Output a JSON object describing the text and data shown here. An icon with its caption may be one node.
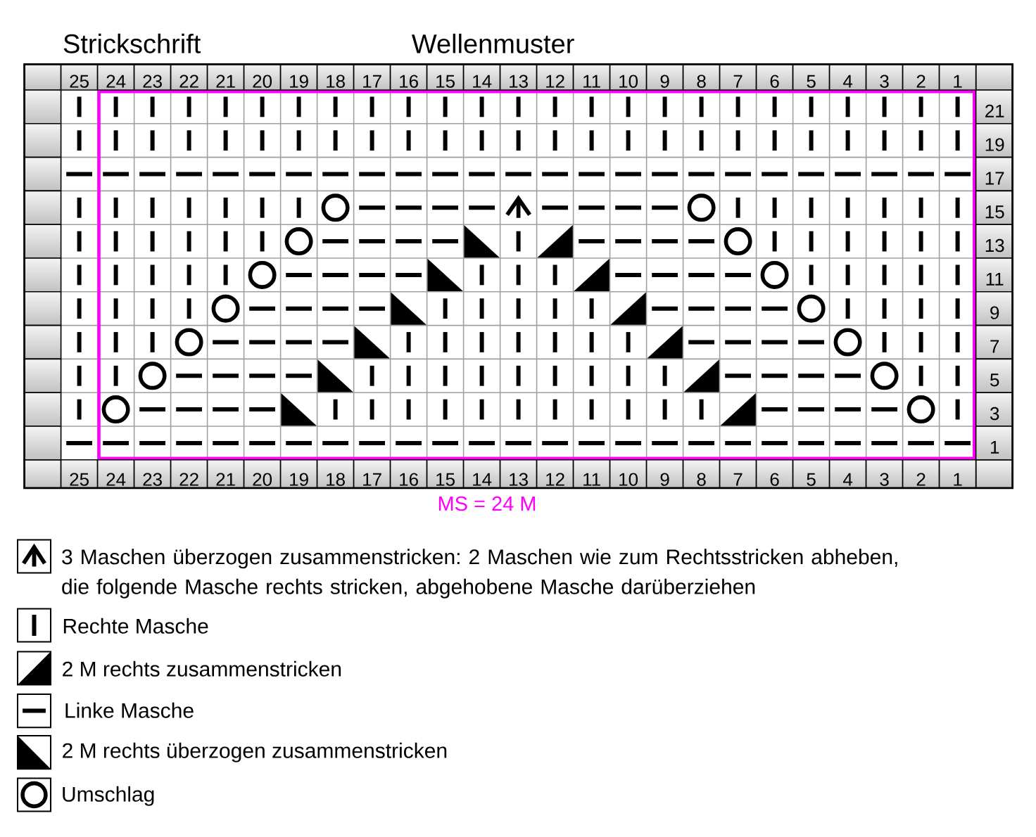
{
  "diagram": {
    "title": "Wellenmuster",
    "labels": [
      "Strickschrift",
      "25",
      "24",
      "23",
      "22",
      "21",
      "20",
      "19",
      "18",
      "17",
      "16",
      "15",
      "14",
      "13",
      "12",
      "11",
      "10",
      "9",
      "8",
      "7",
      "6",
      "5",
      "4",
      "3",
      "2",
      "1",
      "21",
      "19",
      "17",
      "15",
      "13",
      "11",
      "9",
      "7",
      "5",
      "3",
      "1",
      "25",
      "24",
      "23",
      "22",
      "21",
      "20",
      "19",
      "18",
      "17",
      "16",
      "15",
      "14",
      "13",
      "12",
      "11",
      "10",
      "9",
      "8",
      "7",
      "6",
      "5",
      "4",
      "3",
      "2",
      "1",
      "MS = 24 M"
    ],
    "legend": [
      {
        "text": "3 Maschen überzogen zusammenstricken: 2 Maschen wie zum Rechtsstricken abheben, die folgende Masche rechts stricken, abgehobene Masche darüberziehen"
      },
      {
        "text": "Rechte Masche"
      },
      {
        "text": "2 M rechts zusammenstricken"
      },
      {
        "text": "Linke Masche"
      },
      {
        "text": "2 M rechts überzogen zusammenstricken"
      },
      {
        "text": "Umschlag"
      }
    ]
  }
}
